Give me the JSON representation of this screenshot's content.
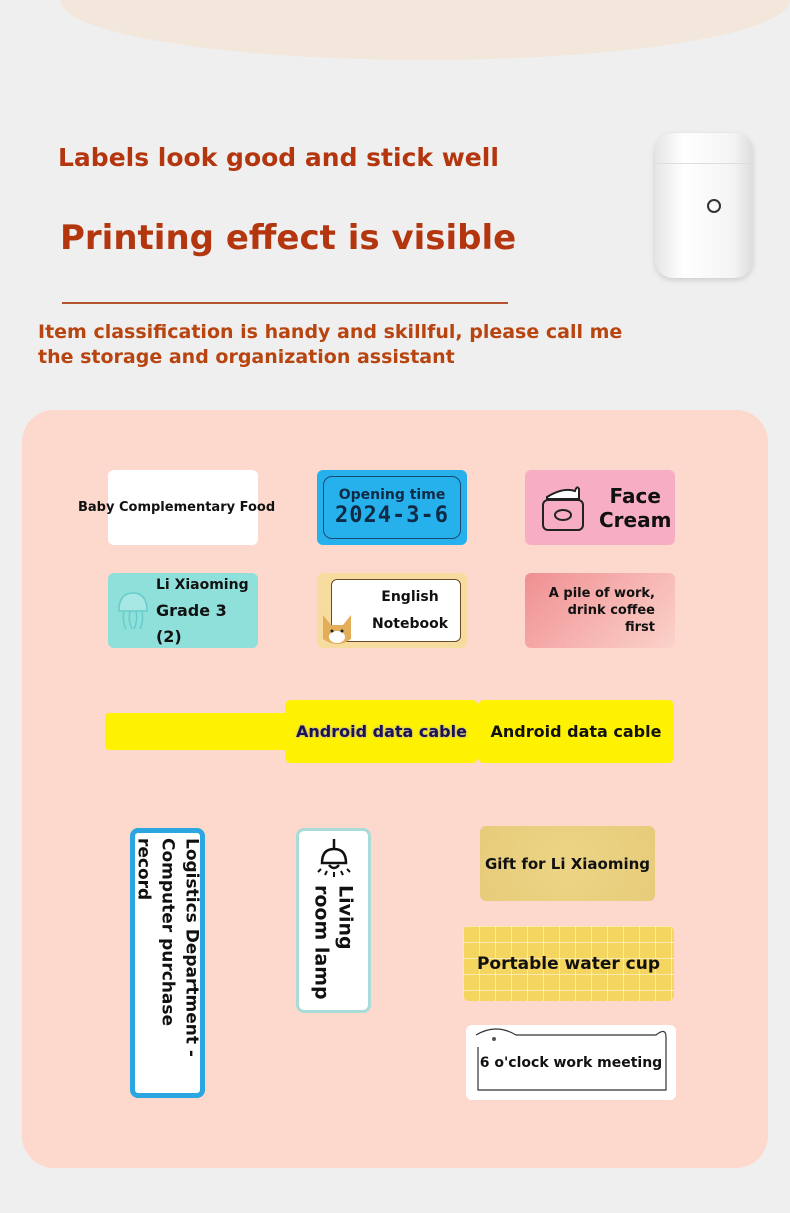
{
  "header": {
    "title_small": "Labels look good and stick well",
    "title_large": "Printing effect is visible",
    "description": "Item classification is handy and skillful, please call me the storage and organization assistant"
  },
  "labels": {
    "baby": "Baby Complementary Food",
    "opening_title": "Opening time",
    "opening_date": "2024-3-6",
    "face_cream_1": "Face",
    "face_cream_2": "Cream",
    "li_name": "Li Xiaoming",
    "li_grade": "Grade 3 (2)",
    "notebook_1": "English",
    "notebook_2": "Notebook",
    "coffee_1": "A pile of work,",
    "coffee_2": "drink coffee",
    "coffee_3": "first",
    "cable_1": "Android data cable",
    "cable_2": "Android data cable",
    "logistics_1": "Logistics Department -",
    "logistics_2": "Computer purchase record",
    "lamp_1": "Living",
    "lamp_2": "room lamp",
    "gift": "Gift for Li Xiaoming",
    "cup": "Portable water cup",
    "meeting": "6 o'clock work meeting"
  },
  "colors": {
    "accent": "#b3360f",
    "panel": "#fcd9cc",
    "blue": "#27b1ec",
    "yellow": "#fff200"
  }
}
